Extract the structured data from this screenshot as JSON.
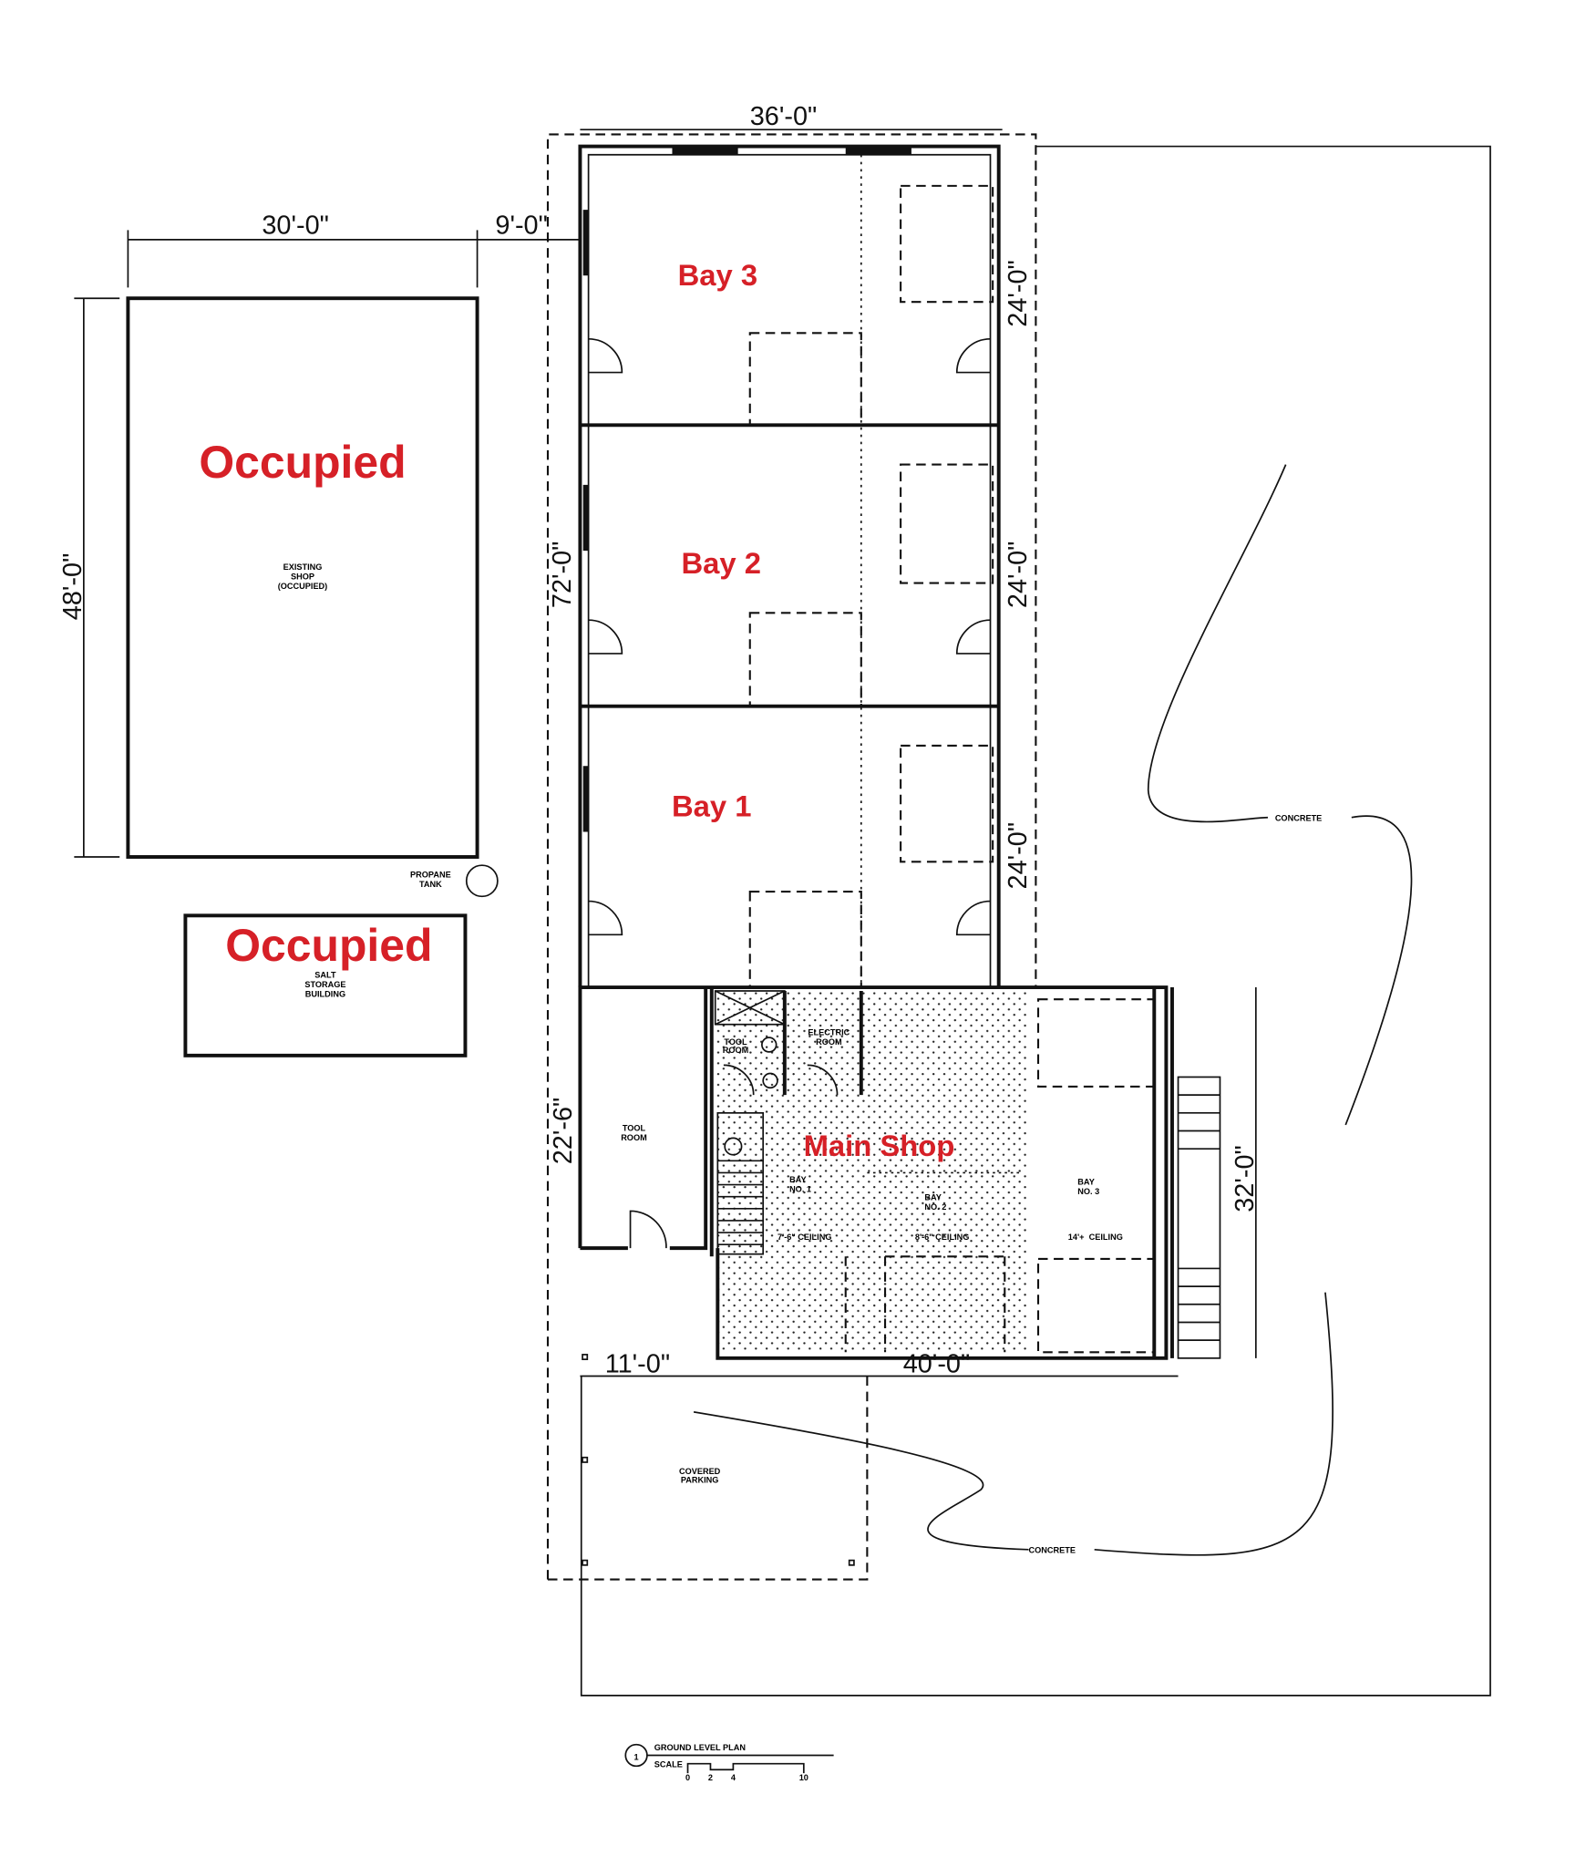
{
  "plan": {
    "title": "GROUND LEVEL PLAN",
    "number": "1",
    "scale_label": "SCALE",
    "scale_ticks": [
      "0",
      "2",
      "4",
      "10"
    ]
  },
  "existing_shop": {
    "status": "Occupied",
    "label_lines": [
      "EXISTING",
      "SHOP",
      "(OCCUPIED)"
    ],
    "width_dim": "30'-0\"",
    "depth_dim": "48'-0\"",
    "gap_dim": "9'-0\""
  },
  "propane": {
    "label_lines": [
      "PROPANE",
      "TANK"
    ]
  },
  "salt_storage": {
    "status": "Occupied",
    "label_lines": [
      "SALT",
      "STORAGE",
      "BUILDING"
    ]
  },
  "bays_building": {
    "width_dim": "36'-0\"",
    "length_dim": "72'-0\"",
    "bays": [
      {
        "name": "Bay 3",
        "dim": "24'-0\""
      },
      {
        "name": "Bay 2",
        "dim": "24'-0\""
      },
      {
        "name": "Bay 1",
        "dim": "24'-0\""
      }
    ]
  },
  "main_shop": {
    "name": "Main Shop",
    "tool_room": [
      "TOOL",
      "ROOM"
    ],
    "tool_room_small": [
      "TOOL",
      "ROOM"
    ],
    "electric_room": [
      "ELECTRIC",
      "ROOM"
    ],
    "sub_bays": [
      {
        "label": [
          "BAY",
          "NO. 1"
        ],
        "ceiling": "7'-6\" CEILING"
      },
      {
        "label": [
          "BAY",
          "NO. 2"
        ],
        "ceiling": "8'-6\" CEILING"
      },
      {
        "label": [
          "BAY",
          "NO. 3"
        ],
        "ceiling": "14'+  CEILING"
      }
    ],
    "depth_dim": "22'-6\"",
    "right_dim": "32'-0\"",
    "tool_width_dim": "11'-0\"",
    "width_dim": "40'-0\""
  },
  "site": {
    "concrete_1": "CONCRETE",
    "concrete_2": "CONCRETE",
    "covered_parking": [
      "COVERED",
      "PARKING"
    ]
  },
  "colors": {
    "label_red": "#d62027",
    "line": "#111111"
  }
}
